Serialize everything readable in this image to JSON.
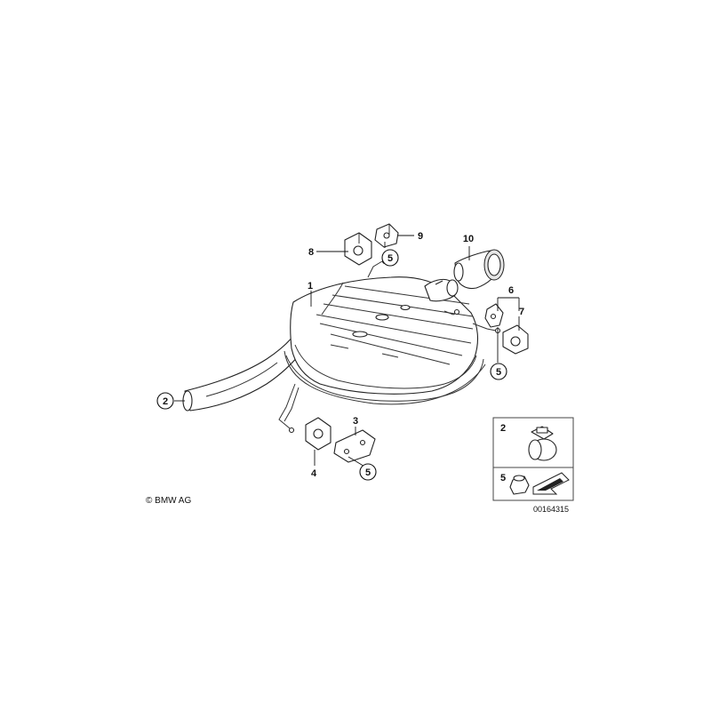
{
  "diagram": {
    "callouts": {
      "n1": "1",
      "n2": "2",
      "n3": "3",
      "n4": "4",
      "n5a": "5",
      "n5b": "5",
      "n5c": "5",
      "n6": "6",
      "n7": "7",
      "n8": "8",
      "n9": "9",
      "n10": "10"
    },
    "legend": {
      "item_clamp": "2",
      "item_nut": "5"
    },
    "copyright": "© BMW AG",
    "document_number": "00164315"
  }
}
